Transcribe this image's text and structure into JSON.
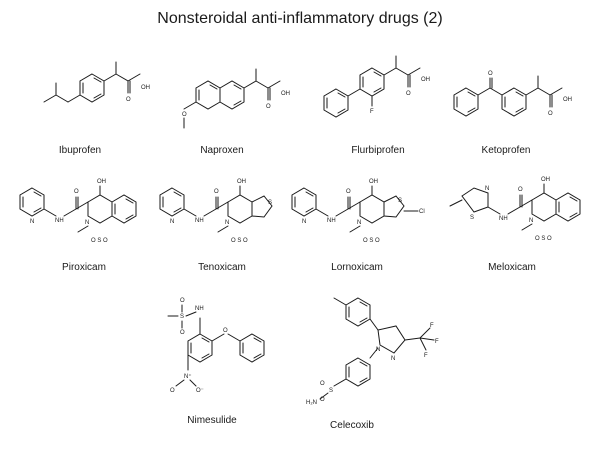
{
  "title": "Nonsteroidal anti-inflammatory drugs (2)",
  "molecules": [
    {
      "name": "Ibuprofen"
    },
    {
      "name": "Naproxen"
    },
    {
      "name": "Flurbiprofen"
    },
    {
      "name": "Ketoprofen"
    },
    {
      "name": "Piroxicam"
    },
    {
      "name": "Tenoxicam"
    },
    {
      "name": "Lornoxicam"
    },
    {
      "name": "Meloxicam"
    },
    {
      "name": "Nimesulide"
    },
    {
      "name": "Celecoxib"
    }
  ],
  "atoms": {
    "oh": "OH",
    "o": "O",
    "f": "F",
    "n": "N",
    "h": "H",
    "s": "S",
    "cl": "Cl",
    "nh": "NH",
    "nh2": "NH",
    "h2n": "H₂N",
    "so2": "O S O",
    "plus": "N⁺",
    "minus": "O⁻"
  }
}
